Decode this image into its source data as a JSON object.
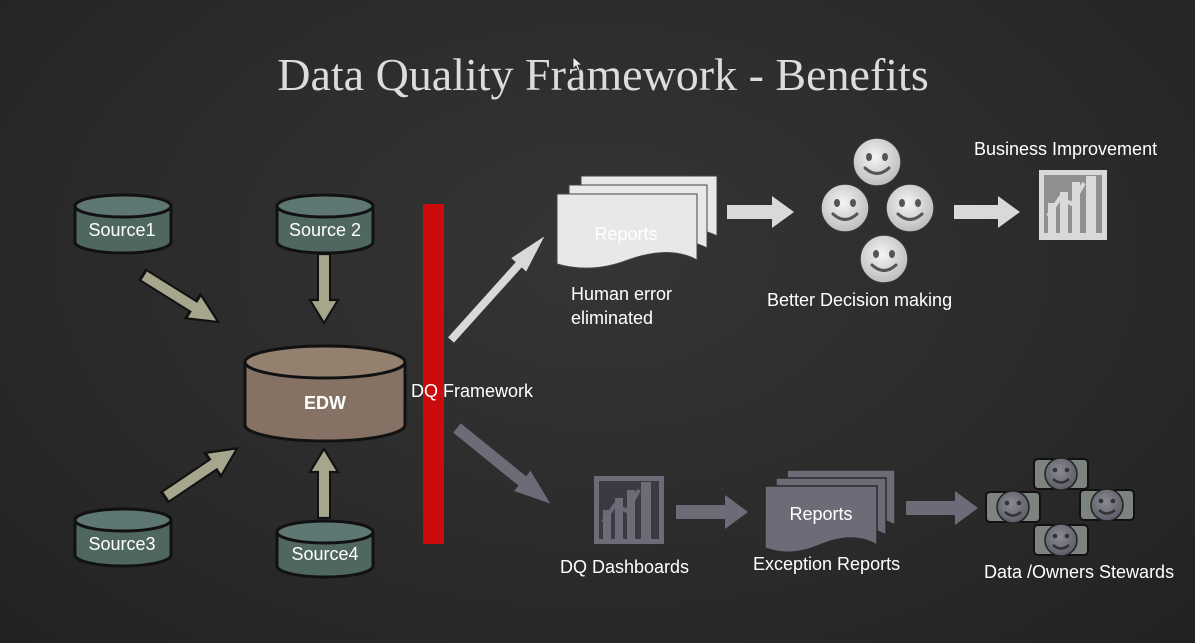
{
  "title": "Data Quality Framework - Benefits",
  "sources": {
    "s1": "Source1",
    "s2": "Source 2",
    "s3": "Source3",
    "s4": "Source4"
  },
  "edw": "EDW",
  "dq_framework": "DQ Framework",
  "top_path": {
    "reports": "Reports",
    "human_error": [
      "Human error",
      "eliminated"
    ],
    "better_decision": "Better Decision making",
    "business_improvement": "Business Improvement"
  },
  "bottom_path": {
    "dq_dashboards": "DQ Dashboards",
    "reports": "Reports",
    "exception_reports": "Exception Reports",
    "data_owners": "Data /Owners Stewards"
  },
  "colors": {
    "cylinder_source": "#4f6661",
    "cylinder_edw": "#857264",
    "framework_bar": "#cc0c0c",
    "arrow_olive": "#a6a68c",
    "arrow_light": "#d9d9d9",
    "bottom_items": "#6c6c78"
  }
}
